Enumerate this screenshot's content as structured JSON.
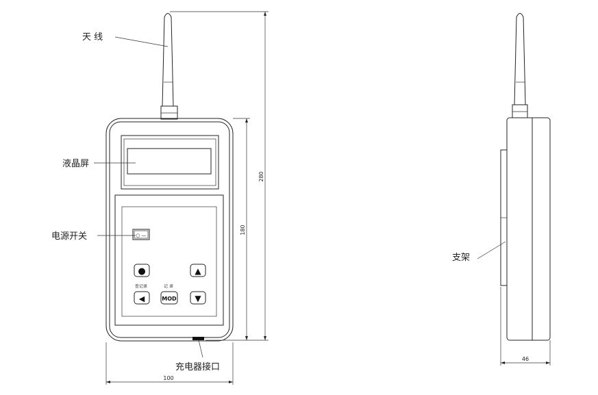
{
  "labels": {
    "antenna": "天 线",
    "lcd": "液晶屏",
    "power_switch": "电源开关",
    "charger_port": "充电器接口",
    "stand": "支架"
  },
  "dimensions": {
    "width": "100",
    "height_total": "280",
    "height_body": "180",
    "depth": "46"
  },
  "keys": {
    "up": "▲",
    "down": "▼",
    "left": "◀",
    "record": "●",
    "mod": "MOD",
    "label_view_records": "查记录",
    "label_records": "记 录"
  },
  "switch": {
    "glyph": "○ —"
  }
}
